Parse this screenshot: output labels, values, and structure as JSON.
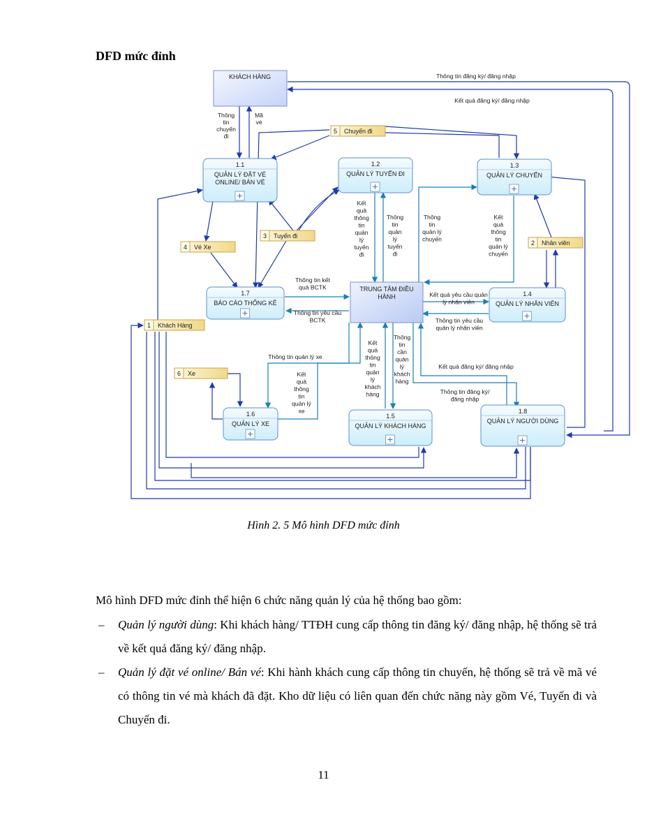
{
  "heading": "DFD mức đỉnh",
  "diagram": {
    "external_entity": "KHÁCH HÀNG",
    "processes": [
      {
        "id": "1.1",
        "lines": [
          "QUẢN LÝ ĐẶT VÉ",
          "ONLINE/ BÁN VÉ"
        ]
      },
      {
        "id": "1.2",
        "lines": [
          "QUẢN LÝ TUYẾN ĐI"
        ]
      },
      {
        "id": "1.3",
        "lines": [
          "QUẢN LÝ CHUYẾN"
        ]
      },
      {
        "id": "1.4",
        "lines": [
          "QUẢN LÝ NHÂN VIÊN"
        ]
      },
      {
        "id": "1.5",
        "lines": [
          "QUẢN LÝ KHÁCH HÀNG"
        ]
      },
      {
        "id": "1.6",
        "lines": [
          "QUẢN LÝ XE"
        ]
      },
      {
        "id": "1.7",
        "lines": [
          "BÁO CÁO THỐNG KÊ"
        ]
      },
      {
        "id": "1.8",
        "lines": [
          "QUẢN LÝ NGƯỜI DÙNG"
        ]
      }
    ],
    "central_process": {
      "lines": [
        "TRUNG TÂM ĐIỀU",
        "HÀNH"
      ]
    },
    "data_stores": [
      {
        "num": "5",
        "name": "Chuyến đi"
      },
      {
        "num": "3",
        "name": "Tuyến đi"
      },
      {
        "num": "4",
        "name": "Vé Xe"
      },
      {
        "num": "2",
        "name": "Nhân viên"
      },
      {
        "num": "1",
        "name": "Khách Hàng"
      },
      {
        "num": "6",
        "name": "Xe"
      }
    ],
    "flow_labels": [
      {
        "lines": [
          "Thông tin đăng ký/ đăng nhập"
        ]
      },
      {
        "lines": [
          "Kết quả đăng ký/ đăng nhập"
        ]
      },
      {
        "lines": [
          "Thông",
          "tin",
          "chuyến",
          "đi"
        ]
      },
      {
        "lines": [
          "Mã",
          "vé"
        ]
      },
      {
        "lines": [
          "Kết",
          "quả",
          "thông",
          "tin",
          "quản",
          "lý",
          "tuyến",
          "đi"
        ]
      },
      {
        "lines": [
          "Thông",
          "tin",
          "quản",
          "lý",
          "tuyến",
          "đi"
        ]
      },
      {
        "lines": [
          "Thông",
          "tin",
          "quản lý",
          "chuyến"
        ]
      },
      {
        "lines": [
          "Kết",
          "quả",
          "thông",
          "tin",
          "quản lý",
          "chuyến"
        ]
      },
      {
        "lines": [
          "Thông tin kết",
          "quả BCTK"
        ]
      },
      {
        "lines": [
          "Thông tin yêu cầu",
          "BCTK"
        ]
      },
      {
        "lines": [
          "Kết quả yêu cầu quản",
          "lý nhân viên"
        ]
      },
      {
        "lines": [
          "Thông tin yêu cầu",
          "quản lý nhân viên"
        ]
      },
      {
        "lines": [
          "Thông tin quản lý xe"
        ]
      },
      {
        "lines": [
          "Kết",
          "quả",
          "thông",
          "tin",
          "quản lý",
          "xe"
        ]
      },
      {
        "lines": [
          "Kết",
          "quả",
          "thông",
          "tin",
          "quản",
          "lý",
          "khách",
          "hàng"
        ]
      },
      {
        "lines": [
          "Thông",
          "tin",
          "cần",
          "quản",
          "lý",
          "khách",
          "hàng"
        ]
      },
      {
        "lines": [
          "Kết quả đăng ký/ đăng nhập"
        ]
      },
      {
        "lines": [
          "Thông tin đăng ký/",
          "đăng nhập"
        ]
      }
    ],
    "colors": {
      "line": "#1f3aa8",
      "flow": "#1a7fb8",
      "store": "#f7e6a6",
      "process": "#e2f4fc",
      "entity": "#dde6fb"
    }
  },
  "caption": "Hình 2. 5 Mô hình DFD mức đỉnh",
  "intro": "Mô hình DFD mức đỉnh thể hiện 6 chức năng quản lý của hệ thống bao gồm:",
  "bullets": [
    {
      "dash": "–",
      "term": "Quản lý người dùng",
      "text": ": Khi khách hàng/ TTĐH cung cấp thông tin đăng ký/ đăng nhập, hệ thống sẽ trả về kết quả đăng ký/ đăng nhập."
    },
    {
      "dash": "–",
      "term": "Quản lý đặt vé online/ Bán vé",
      "text": ": Khi hành khách cung cấp thông tin chuyến, hệ thống sẽ trả về mã vé có thông tin vé mà khách đã đặt. Kho dữ liệu có liên quan đến chức năng này gồm Vé, Tuyến đi và Chuyến đi."
    }
  ],
  "page_number": "11"
}
